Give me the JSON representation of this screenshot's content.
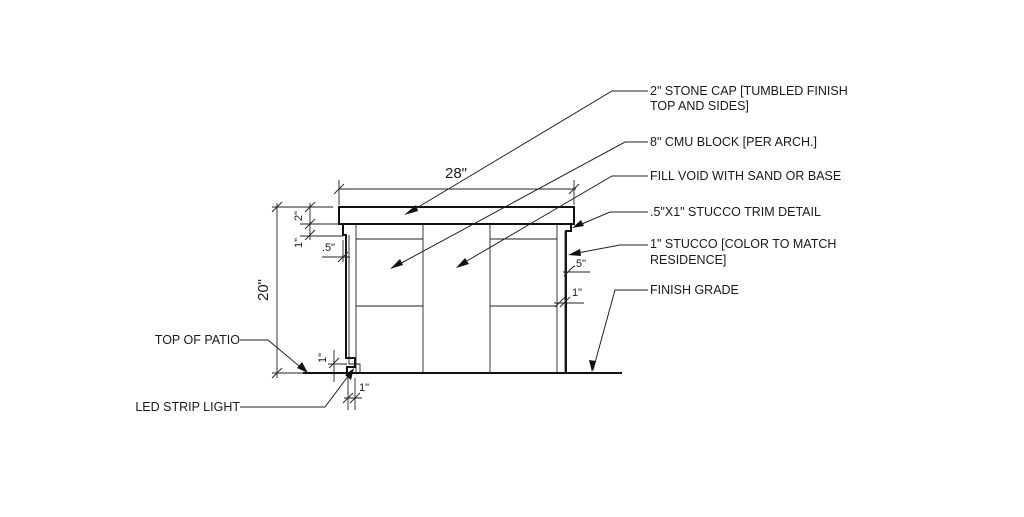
{
  "labels": {
    "stone_cap_1": "2\" STONE CAP [TUMBLED FINISH",
    "stone_cap_2": "TOP AND SIDES]",
    "cmu_block": "8\" CMU BLOCK [PER ARCH.]",
    "fill_void": "FILL VOID WITH SAND OR BASE",
    "stucco_trim": ".5\"X1\" STUCCO TRIM DETAIL",
    "stucco_1": "1\" STUCCO [COLOR TO MATCH",
    "stucco_2": "RESIDENCE]",
    "finish_grade": "FINISH GRADE",
    "top_of_patio": "TOP OF PATIO",
    "led_strip": "LED STRIP LIGHT"
  },
  "dimensions": {
    "width": "28\"",
    "height": "20\"",
    "cap": "2\"",
    "trim_left": "1\"",
    "trim_offset_left": ".5\"",
    "trim_offset_right": ".5\"",
    "trim_right": "1\"",
    "notch_height": "1\"",
    "notch_width": "1\""
  }
}
